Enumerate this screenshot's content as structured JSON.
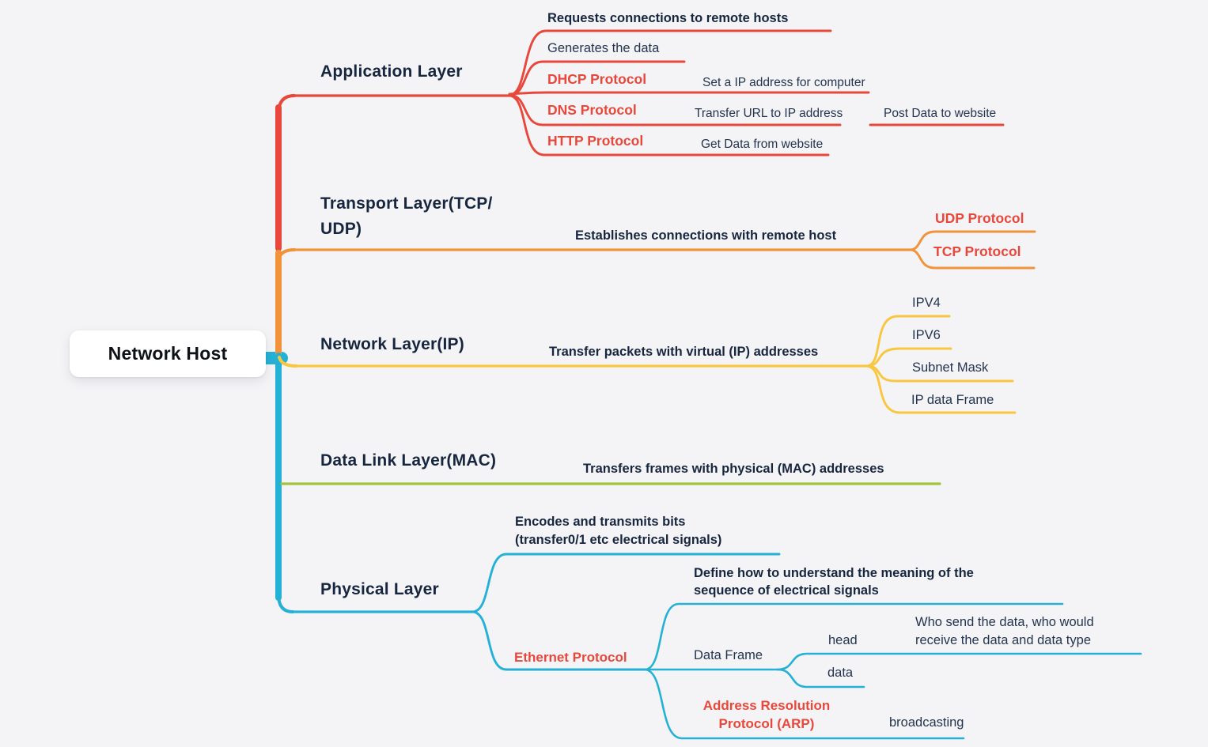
{
  "colors": {
    "canvas_bg": "#f4f4f6",
    "node_bg": "#ffffff",
    "root_text": "#0e1116",
    "text_primary": "#17263f",
    "text_secondary": "#24344f",
    "protocol_red": "#e8483b",
    "application": "#e8483b",
    "transport": "#f2923a",
    "network": "#f9c640",
    "datalink": "#a2c43d",
    "physical": "#25b1d6"
  },
  "mindmap": {
    "root": {
      "label": "Network Host"
    },
    "branches": [
      {
        "label": "Application Layer",
        "color": "#e8483b",
        "children": [
          {
            "label": "Requests connections to remote hosts"
          },
          {
            "label": "Generates the data"
          },
          {
            "label": "DHCP Protocol",
            "children": [
              {
                "label": "Set a IP address for computer"
              }
            ]
          },
          {
            "label": "DNS Protocol",
            "children": [
              {
                "label": "Transfer URL to IP address",
                "children": [
                  {
                    "label": "Post Data to website"
                  }
                ]
              }
            ]
          },
          {
            "label": "HTTP Protocol",
            "children": [
              {
                "label": "Get Data from website"
              }
            ]
          }
        ]
      },
      {
        "label": "Transport Layer(TCP/\nUDP)",
        "color": "#f2923a",
        "children": [
          {
            "label": "Establishes connections with remote host",
            "children": [
              {
                "label": "UDP Protocol"
              },
              {
                "label": "TCP Protocol"
              }
            ]
          }
        ]
      },
      {
        "label": "Network Layer(IP)",
        "color": "#f9c640",
        "children": [
          {
            "label": "Transfer packets with virtual (IP) addresses",
            "children": [
              {
                "label": "IPV4"
              },
              {
                "label": "IPV6"
              },
              {
                "label": "Subnet  Mask"
              },
              {
                "label": "IP data Frame"
              }
            ]
          }
        ]
      },
      {
        "label": "Data Link Layer(MAC)",
        "color": "#a2c43d",
        "children": [
          {
            "label": "Transfers frames with physical (MAC) addresses"
          }
        ]
      },
      {
        "label": "Physical Layer",
        "color": "#25b1d6",
        "children": [
          {
            "label": "Encodes and transmits bits\n(transfer0/1 etc electrical signals)"
          },
          {
            "label": "Ethernet Protocol",
            "children": [
              {
                "label": "Define how to understand the meaning of the\nsequence of electrical signals"
              },
              {
                "label": "Data Frame",
                "children": [
                  {
                    "label": "head",
                    "children": [
                      {
                        "label": "Who send the data, who would\nreceive the data and data type"
                      }
                    ]
                  },
                  {
                    "label": "data"
                  }
                ]
              },
              {
                "label": "Address Resolution\nProtocol (ARP)",
                "children": [
                  {
                    "label": "broadcasting"
                  }
                ]
              }
            ]
          }
        ]
      }
    ]
  }
}
